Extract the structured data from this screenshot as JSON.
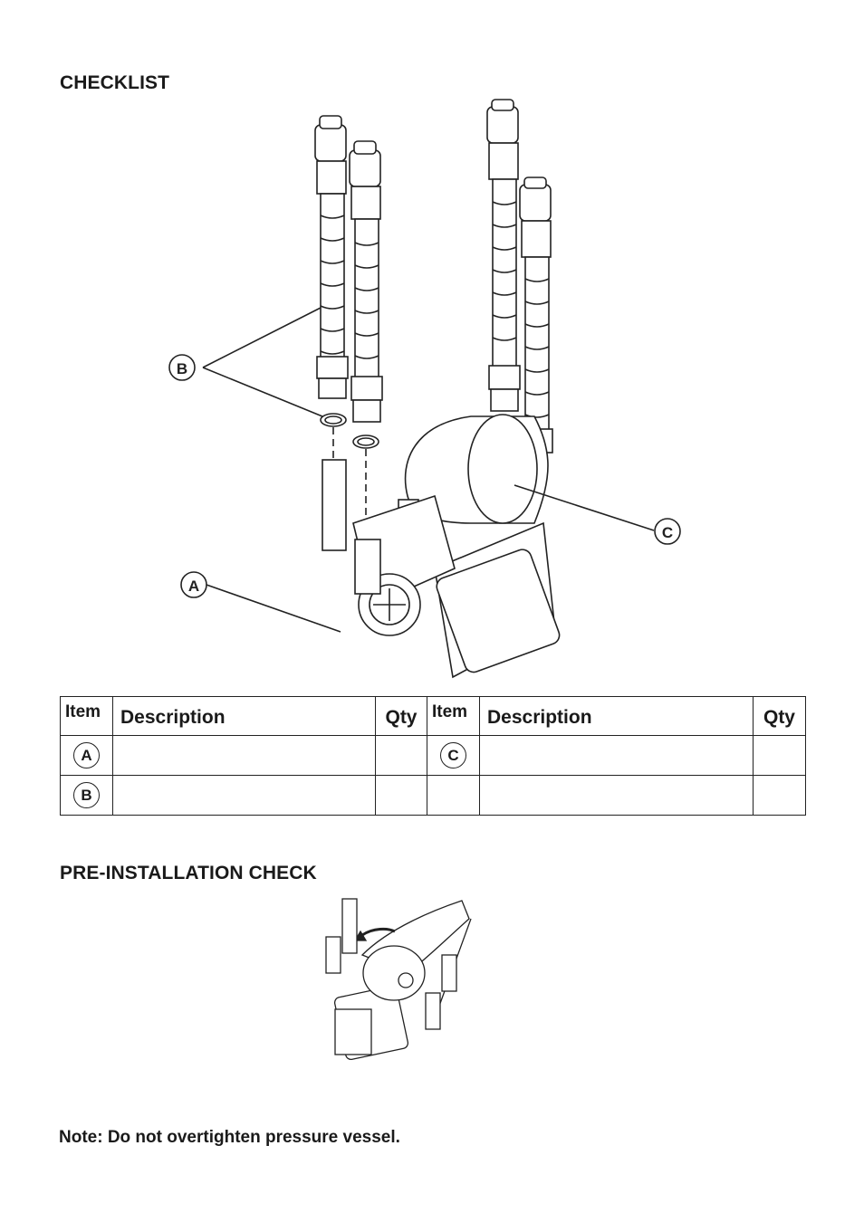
{
  "checklist": {
    "title": "CHECKLIST",
    "callouts": [
      "A",
      "B",
      "C"
    ],
    "table": {
      "headers": {
        "item": "Item",
        "description": "Description",
        "qty": "Qty",
        "item2": "Item",
        "description2": "Description",
        "qty2": "Qty"
      },
      "rows": [
        {
          "left_item": "A",
          "left_description": "",
          "left_qty": "",
          "right_item": "C",
          "right_description": "",
          "right_qty": ""
        },
        {
          "left_item": "B",
          "left_description": "",
          "left_qty": "",
          "right_item": "",
          "right_description": "",
          "right_qty": ""
        }
      ]
    }
  },
  "pre_installation": {
    "title": "PRE-INSTALLATION CHECK"
  },
  "note": "Note: Do not overtighten pressure vessel."
}
